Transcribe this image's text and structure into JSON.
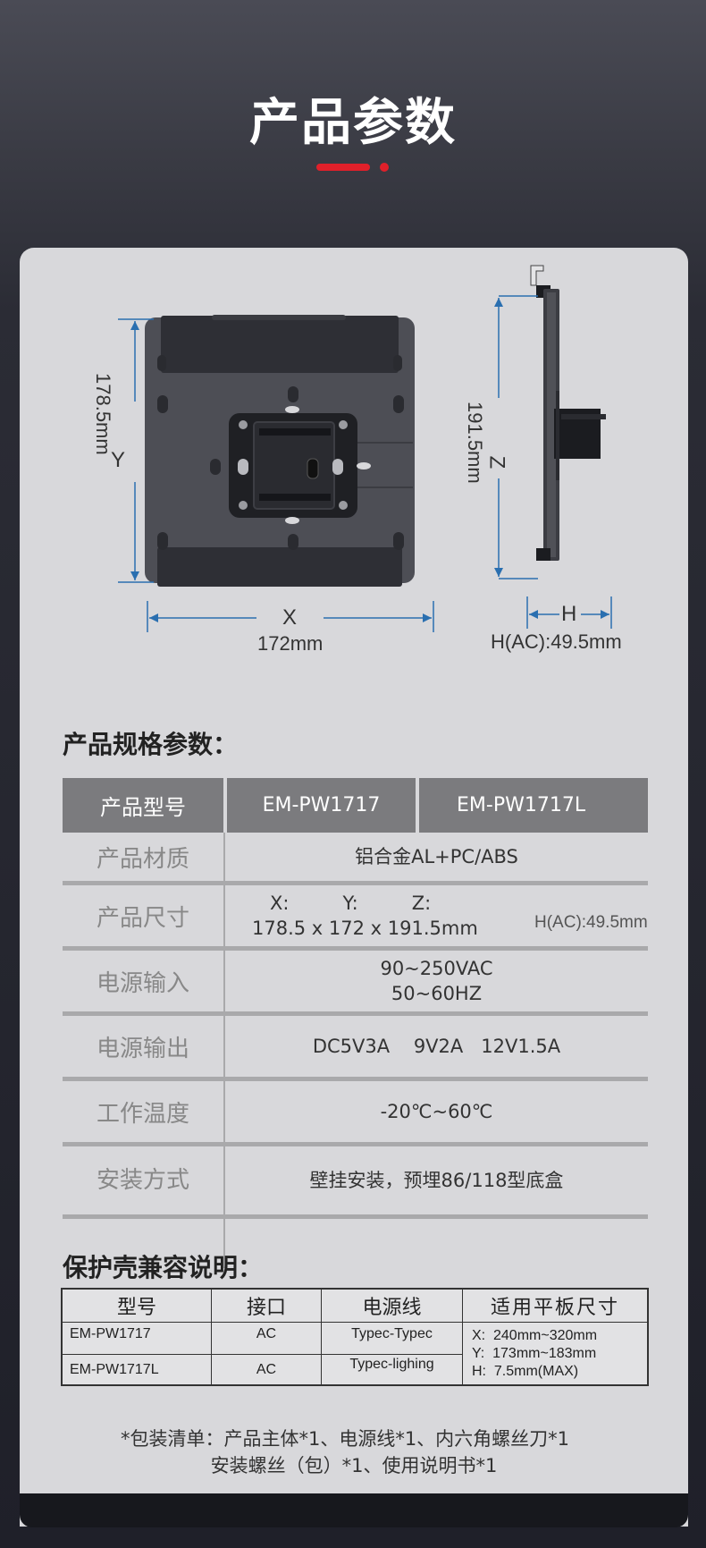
{
  "header": {
    "title": "产品参数"
  },
  "diagram": {
    "y_letter": "Y",
    "y_dim": "178.5mm",
    "x_letter": "X",
    "x_dim": "172mm",
    "z_letter": "Z",
    "z_dim": "191.5mm",
    "h_letter": "H",
    "h_dim": "H(AC):49.5mm"
  },
  "spec_section": {
    "title": "产品规格参数：",
    "header": {
      "label": "产品型号",
      "model_a": "EM-PW1717",
      "model_b": "EM-PW1717L"
    },
    "rows": {
      "material": {
        "label": "产品材质",
        "value": "铝合金AL+PC/ABS"
      },
      "size": {
        "label": "产品尺寸",
        "axes": "X:         Y:         Z:",
        "value": "178.5 x 172 x 191.5mm",
        "extra": "H(AC):49.5mm"
      },
      "input": {
        "label": "电源输入",
        "line1": "90~250VAC",
        "line2": "50~60HZ"
      },
      "output": {
        "label": "电源输出",
        "value": "DC5V3A    9V2A   12V1.5A"
      },
      "temp": {
        "label": "工作温度",
        "value": "-20℃~60℃"
      },
      "install": {
        "label": "安装方式",
        "value": "壁挂安装，预埋86/118型底盒"
      }
    }
  },
  "compat_section": {
    "title": "保护壳兼容说明：",
    "headers": {
      "model": "型号",
      "port": "接口",
      "cable": "电源线",
      "tablet": "适用平板尺寸"
    },
    "row1": {
      "model": "EM-PW1717",
      "port": "AC",
      "cable": "Typec-Typec"
    },
    "row2": {
      "model": "EM-PW1717L",
      "port": "AC",
      "cable": "Typec-lighing"
    },
    "tablet": {
      "x": "X:  240mm~320mm",
      "y": "Y:  173mm~183mm",
      "h": "H:  7.5mm(MAX)"
    }
  },
  "package": {
    "line1": "*包装清单：产品主体*1、电源线*1、内六角螺丝刀*1",
    "line2": "安装螺丝（包）*1、使用说明书*1"
  },
  "colors": {
    "accent": "#e0202a",
    "plate": "#4a4b52",
    "dim_line": "#2a6fb0"
  }
}
